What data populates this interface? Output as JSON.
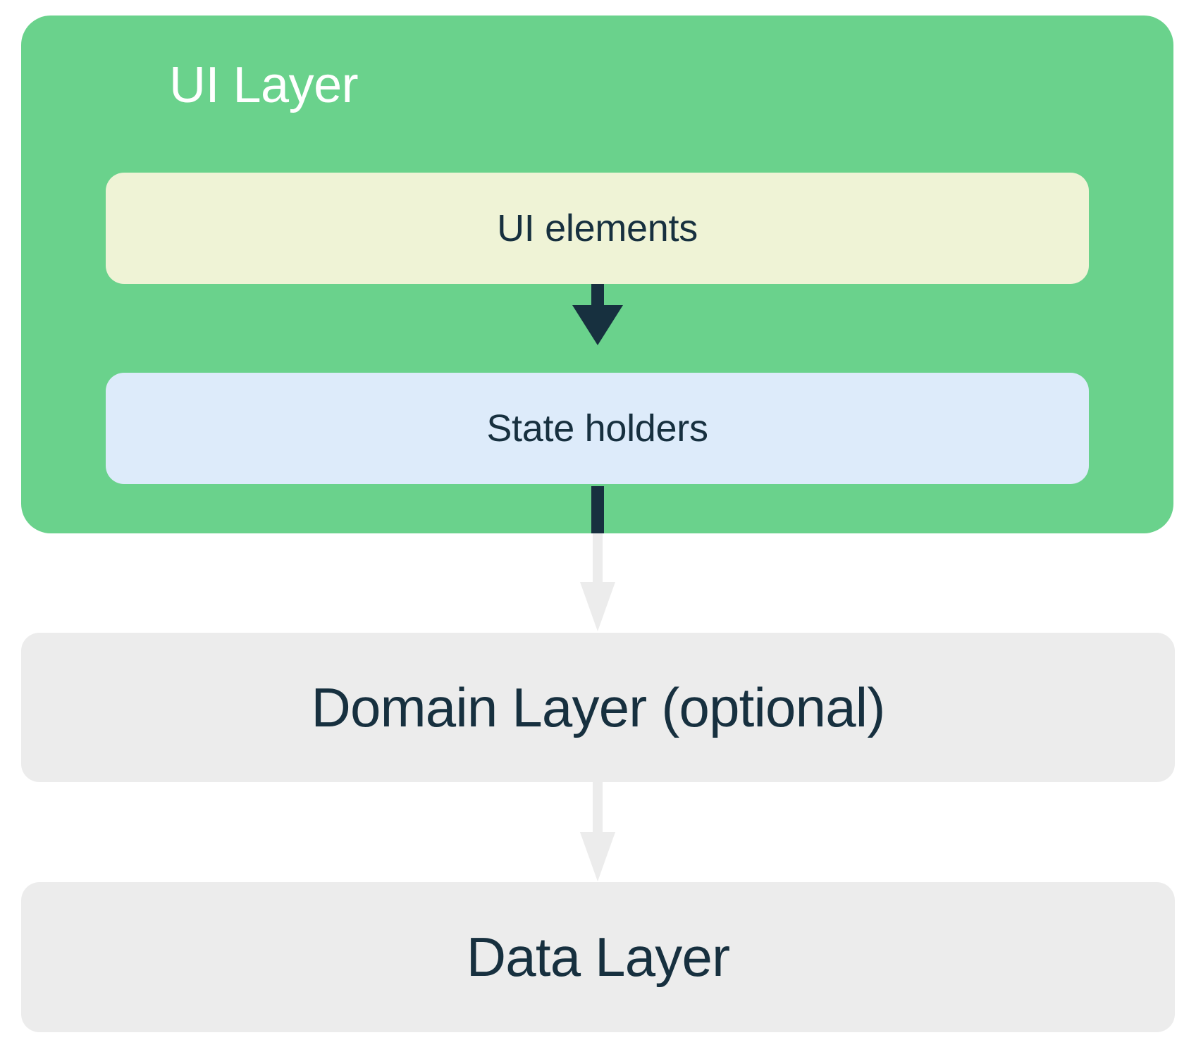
{
  "diagram": {
    "title_semantic": "android-app-architecture-layers",
    "background_color": "#ffffff",
    "ui_layer": {
      "label": "UI Layer",
      "color": "#6ad28c",
      "text_color": "#ffffff",
      "children": [
        {
          "id": "ui-elements",
          "label": "UI elements",
          "color": "#eff3d6",
          "text_color": "#17303f"
        },
        {
          "id": "state-holders",
          "label": "State holders",
          "color": "#ddebfa",
          "text_color": "#17303f"
        }
      ]
    },
    "domain_layer": {
      "label": "Domain Layer (optional)",
      "color": "#ececec",
      "text_color": "#17303f"
    },
    "data_layer": {
      "label": "Data Layer",
      "color": "#ececec",
      "text_color": "#17303f"
    },
    "arrows": [
      {
        "id": "ui-elements-to-state-holders",
        "from": "UI elements",
        "to": "State holders",
        "color": "#17303f",
        "style": "solid-filled-head"
      },
      {
        "id": "state-holders-to-domain-layer",
        "from": "State holders",
        "to": "Domain Layer (optional)",
        "color_inside_ui_layer": "#17303f",
        "color_outside": "#ececec",
        "style": "solid-filled-head"
      },
      {
        "id": "domain-layer-to-data-layer",
        "from": "Domain Layer (optional)",
        "to": "Data Layer",
        "color": "#ececec",
        "style": "solid-filled-head"
      }
    ]
  }
}
